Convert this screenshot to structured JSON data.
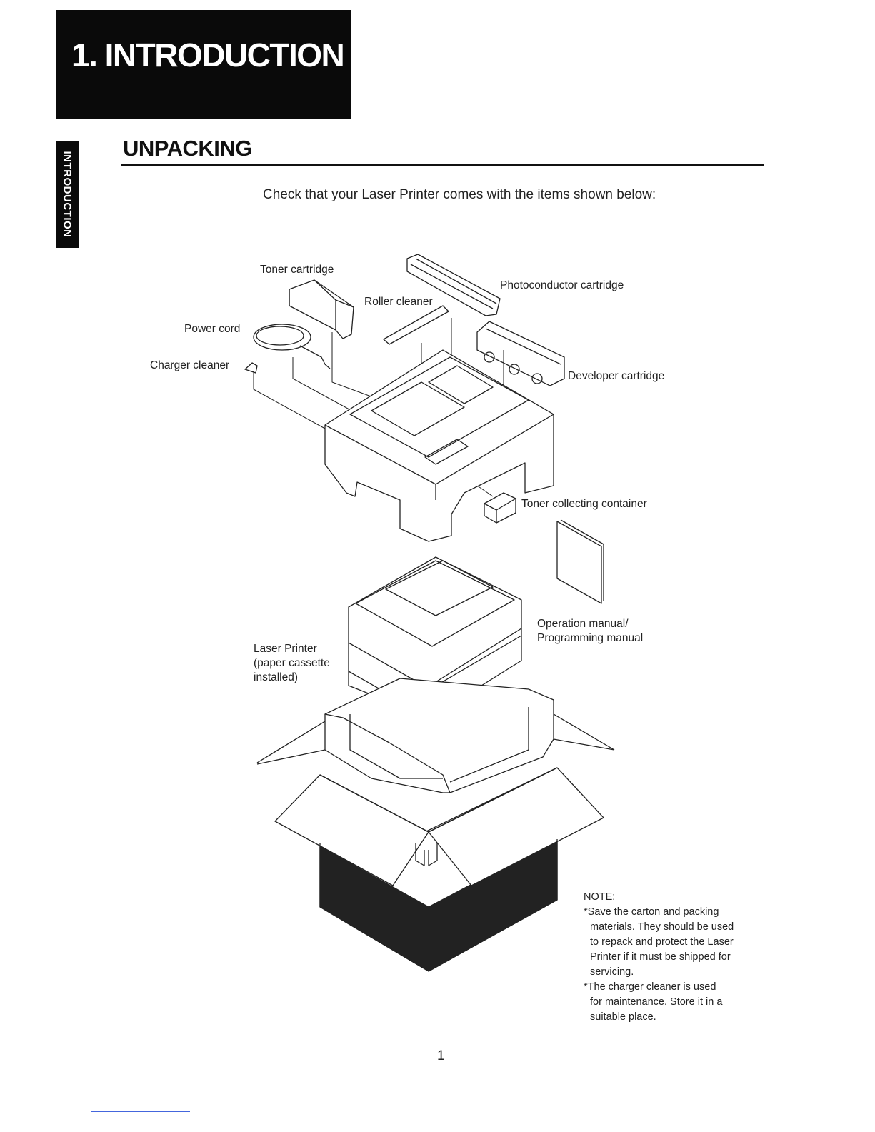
{
  "chapter": {
    "title": "1. INTRODUCTION",
    "side_tab": "INTRODUCTION"
  },
  "section": {
    "title": "UNPACKING",
    "intro": "Check that your Laser Printer comes with the items shown below:"
  },
  "labels": {
    "toner_cartridge": "Toner cartridge",
    "roller_cleaner": "Roller cleaner",
    "photoconductor_cartridge": "Photoconductor cartridge",
    "power_cord": "Power cord",
    "charger_cleaner": "Charger cleaner",
    "developer_cartridge": "Developer cartridge",
    "toner_collecting_container": "Toner collecting container",
    "operation_manual": "Operation manual/\nProgramming manual",
    "laser_printer": "Laser Printer\n(paper cassette\ninstalled)"
  },
  "note": {
    "heading": "NOTE:",
    "items": [
      "*Save the carton and packing materials. They should be used to repack and protect the Laser Printer if it must be shipped for servicing.",
      "*The charger cleaner is used for maintenance. Store it in a suitable place."
    ],
    "lines": [
      "*Save the carton and packing",
      "materials. They should be used",
      "to repack and protect the Laser",
      "Printer if it must be shipped for",
      "servicing.",
      "*The charger cleaner is used",
      "for maintenance. Store it in a",
      "suitable place."
    ]
  },
  "page_number": "1"
}
